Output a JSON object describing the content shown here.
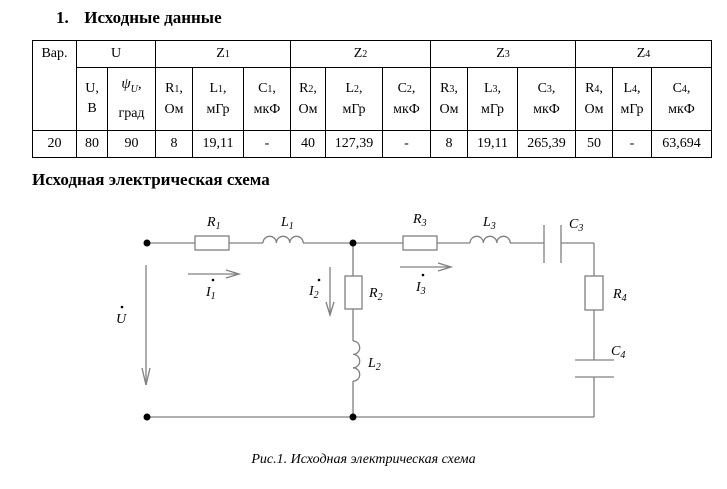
{
  "section_number": "1.",
  "section_title": "Исходные данные",
  "table": {
    "header_groups": [
      "Вар.",
      "U",
      "Z1",
      "Z2",
      "Z3",
      "Z4"
    ],
    "group_subscripts": {
      "Z1": "1",
      "Z2": "2",
      "Z3": "3",
      "Z4": "4"
    },
    "columns": [
      {
        "name": "U",
        "unit": "В"
      },
      {
        "name": "ψU",
        "unit": "град"
      },
      {
        "name": "R",
        "sub": "1",
        "unit": "Ом"
      },
      {
        "name": "L",
        "sub": "1",
        "unit": "мГр"
      },
      {
        "name": "C",
        "sub": "1",
        "unit": "мкФ"
      },
      {
        "name": "R",
        "sub": "2",
        "unit": "Ом"
      },
      {
        "name": "L",
        "sub": "2",
        "unit": "мГр"
      },
      {
        "name": "C",
        "sub": "2",
        "unit": "мкФ"
      },
      {
        "name": "R",
        "sub": "3",
        "unit": "Ом"
      },
      {
        "name": "L",
        "sub": "3",
        "unit": "мГр"
      },
      {
        "name": "C",
        "sub": "3",
        "unit": "мкФ"
      },
      {
        "name": "R",
        "sub": "4",
        "unit": "Ом"
      },
      {
        "name": "L",
        "sub": "4",
        "unit": "мГр"
      },
      {
        "name": "C",
        "sub": "4",
        "unit": "мкФ"
      }
    ],
    "row": [
      "20",
      "80",
      "90",
      "8",
      "19,11",
      "-",
      "40",
      "127,39",
      "-",
      "8",
      "19,11",
      "265,39",
      "50",
      "-",
      "63,694"
    ]
  },
  "schema_title": "Исходная электрическая схема",
  "schema": {
    "labels": {
      "R1": "R",
      "R1s": "1",
      "L1": "L",
      "L1s": "1",
      "R2": "R",
      "R2s": "2",
      "L2": "L",
      "L2s": "2",
      "R3": "R",
      "R3s": "3",
      "L3": "L",
      "L3s": "3",
      "C3": "C",
      "C3s": "3",
      "R4": "R",
      "R4s": "4",
      "C4": "C",
      "C4s": "4",
      "I1": "I",
      "I1s": "1",
      "I2": "I",
      "I2s": "2",
      "I3": "I",
      "I3s": "3",
      "U": "U"
    },
    "wire_color": "#808080"
  },
  "caption": "Рис.1. Исходная электрическая схема"
}
